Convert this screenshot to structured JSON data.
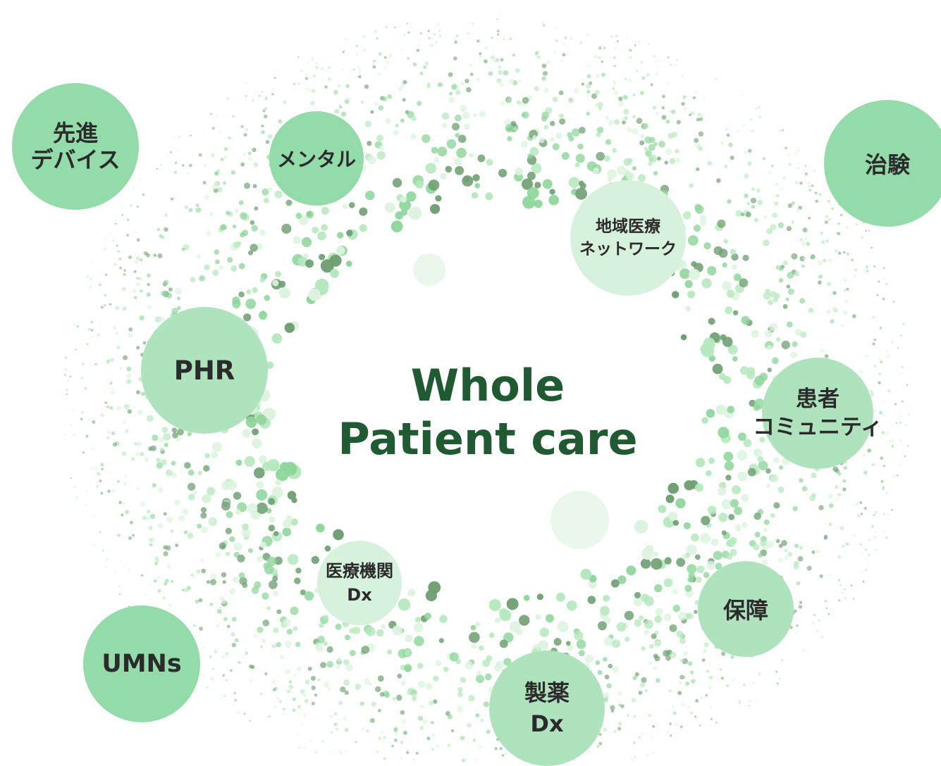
{
  "center": {
    "title_line1": "Whole",
    "title_line2": "Patient care"
  },
  "nodes": {
    "advanced_devices": {
      "line1": "先進",
      "line2": "デバイス"
    },
    "mental": {
      "line1": "メンタル"
    },
    "clinical_trials": {
      "line1": "治験"
    },
    "regional_medical_network": {
      "line1": "地域医療",
      "line2": "ネットワーク"
    },
    "phr": {
      "line1": "PHR"
    },
    "patient_community": {
      "line1": "患者",
      "line2": "コミュニティ"
    },
    "medical_institution_dx": {
      "line1": "医療機関",
      "line2": "Dx"
    },
    "insurance": {
      "line1": "保障"
    },
    "umns": {
      "line1": "UMNs"
    },
    "pharma_dx": {
      "line1": "製薬",
      "line2": "Dx"
    }
  },
  "colors": {
    "title": "#1f5a32",
    "node_strong": "#93dba9",
    "node_mid": "#afe3be",
    "node_soft": "#d6f1dc",
    "dots": [
      "#6f9f72",
      "#8fd69c",
      "#b5e8bd",
      "#dcf3df"
    ]
  }
}
